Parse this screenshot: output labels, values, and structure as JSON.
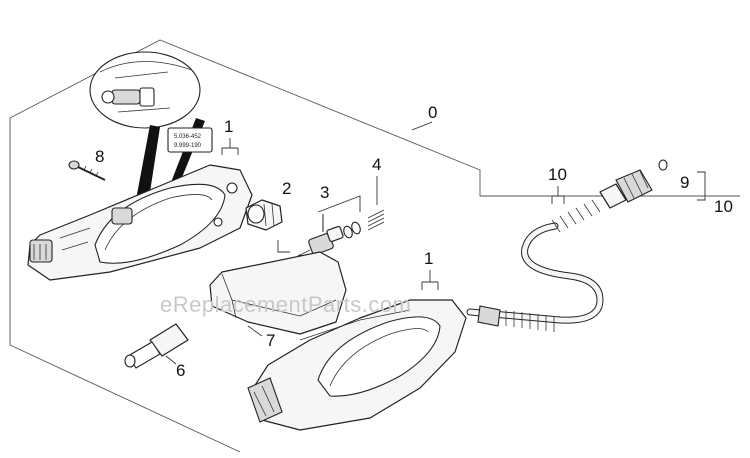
{
  "watermark": "eReplacementParts.com",
  "callouts": {
    "c0": "0",
    "c1a": "1",
    "c1b": "1",
    "c2": "2",
    "c3": "3",
    "c4": "4",
    "c6": "6",
    "c7": "7",
    "c8": "8",
    "c9": "9",
    "c10a": "10",
    "c10b": "10"
  },
  "label_tag": {
    "line1": "5.036-452",
    "line2": "9.999-190"
  }
}
